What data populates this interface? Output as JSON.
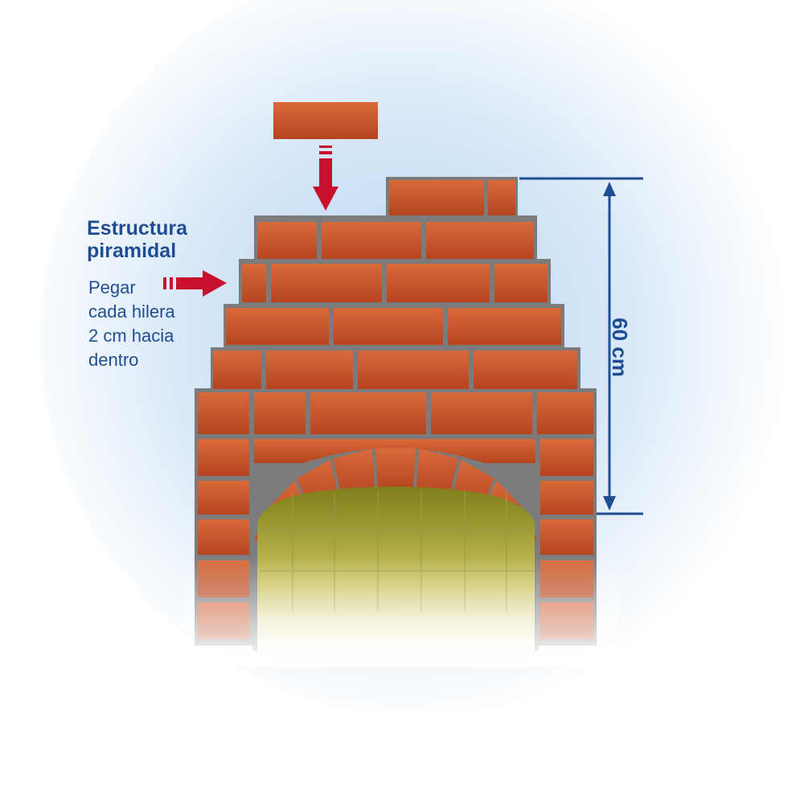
{
  "annotation": {
    "title": [
      "Estructura",
      "piramidal"
    ],
    "body": [
      "Pegar",
      "cada hilera",
      "2 cm hacia",
      "dentro"
    ]
  },
  "dimension": {
    "label": "60 cm"
  },
  "colors": {
    "brick": "#c0502a",
    "brick_light": "#d4693a",
    "mortar": "#7b7b7b",
    "arrow": "#c8102e",
    "text": "#1f4d94",
    "glow": "#cfe3f6",
    "firebox": "#8a8a1e"
  },
  "icons": [
    "down-arrow-icon",
    "right-arrow-icon",
    "dimension-arrow-icon"
  ]
}
